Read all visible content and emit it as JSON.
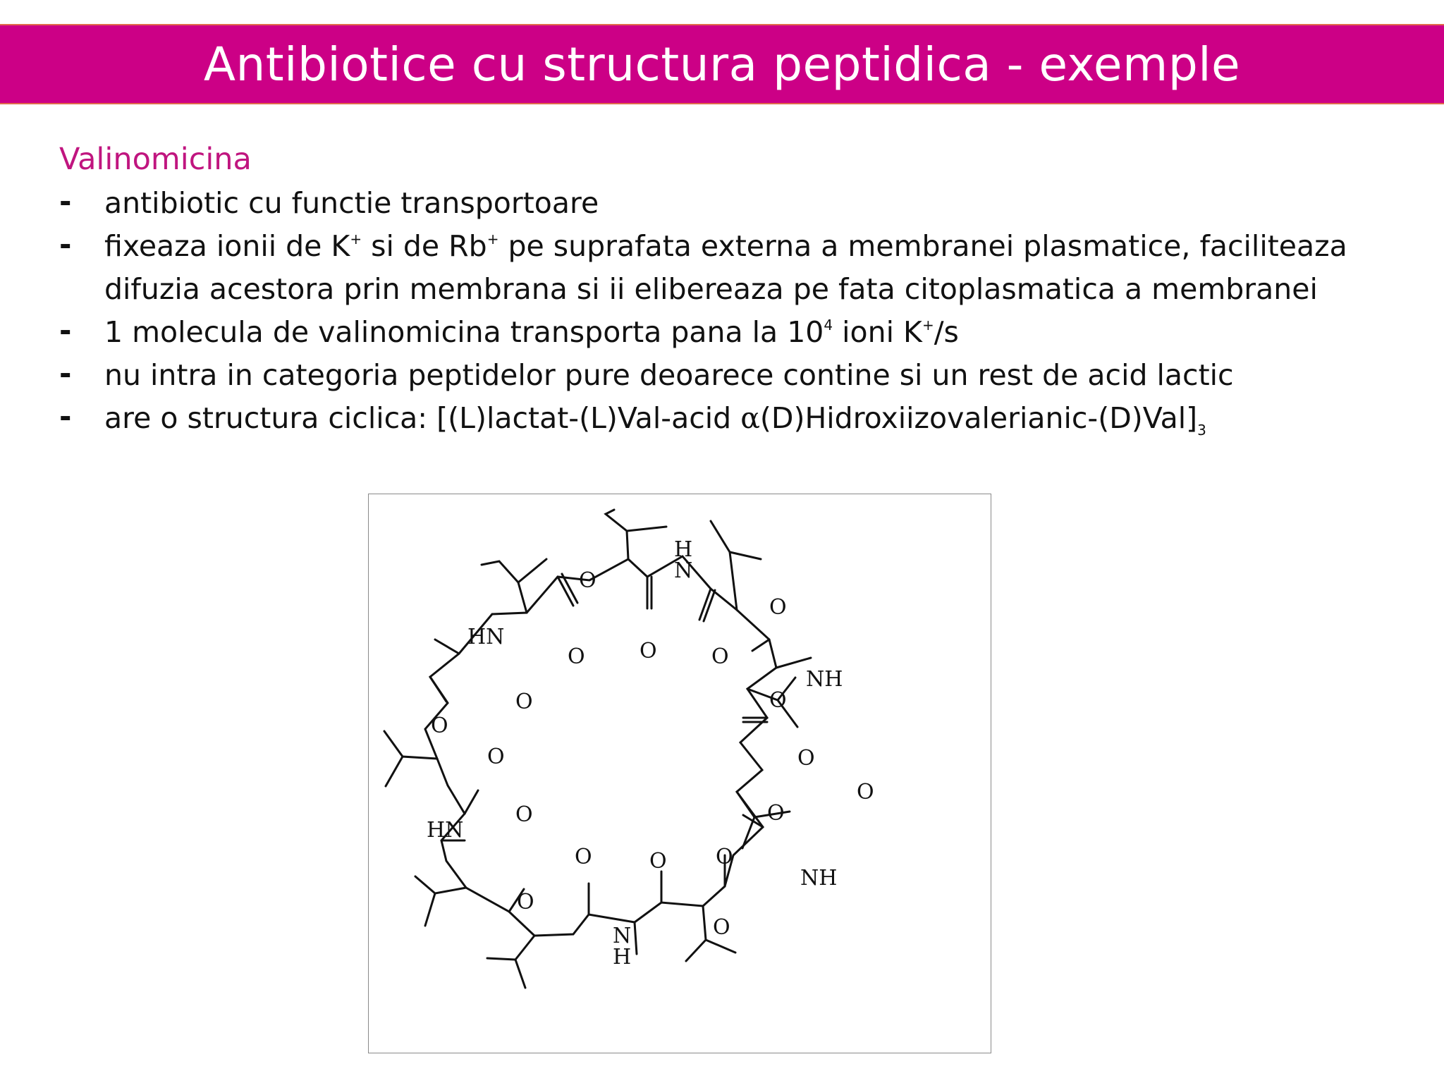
{
  "colors": {
    "title_bar": "#cc0086",
    "title_text": "#ffffff",
    "heading": "#c0157f",
    "body_text": "#111111"
  },
  "slide": {
    "title": "Antibiotice cu structura peptidica - exemple",
    "heading": "Valinomicina",
    "bullet_marker": "-",
    "bullets": [
      {
        "text": "antibiotic cu functie transportoare"
      },
      {
        "p1": "fixeaza ionii de K",
        "sup1": "+",
        "p2": " si de Rb",
        "sup2": "+",
        "p3": " pe suprafata externa a membranei plasmatice, faciliteaza",
        "line2": "difuzia acestora prin membrana si ii elibereaza pe fata citoplasmatica a membranei"
      },
      {
        "p1": "1 molecula de valinomicina transporta pana la 10",
        "sup1": "4",
        "p2": " ioni K",
        "sup2": "+",
        "p3": "/s"
      },
      {
        "text": "nu intra in categoria peptidelor pure deoarece contine si un rest de acid lactic"
      },
      {
        "p1": "are o structura ciclica: [(L)lactat-(L)Val-acid ",
        "alpha": "α",
        "p2": "(D)Hidroxiizovalerianic-(D)Val]",
        "sub": "3"
      }
    ]
  },
  "structure_figure": {
    "description_label": "valinomycin-structure",
    "atom_labels": {
      "O": "O",
      "H": "H",
      "N": "N",
      "HN": "HN",
      "NH": "NH"
    }
  }
}
